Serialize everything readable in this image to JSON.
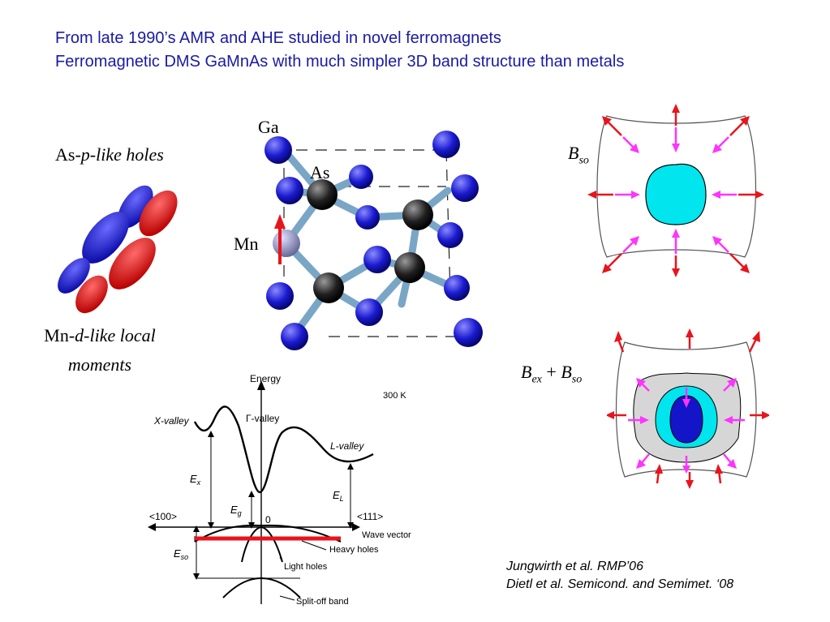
{
  "title": {
    "line1": "From late 1990’s AMR and AHE studied in novel ferromagnets",
    "line2": "Ferromagnetic DMS  GaMnAs with much simpler 3D band structure than metals"
  },
  "orbitals": {
    "holes_prefix": "As-",
    "holes_italic": "p-like holes",
    "moments_prefix": "Mn-",
    "moments_italic": "d-like local",
    "moments_line2": "moments"
  },
  "crystal": {
    "ga": "Ga",
    "as": "As",
    "mn": "Mn"
  },
  "band": {
    "energy": "Energy",
    "temp": "300 K",
    "x_valley": "X-valley",
    "gamma_valley": "Γ-valley",
    "l_valley": "L-valley",
    "ex": "E",
    "ex_sub": "x",
    "eg": "E",
    "eg_sub": "g",
    "el": "E",
    "el_sub": "L",
    "eso": "E",
    "eso_sub": "so",
    "dir100": "<100>",
    "dir111": "<111>",
    "zero": "0",
    "wave_vector": "Wave vector",
    "heavy_holes": "Heavy holes",
    "light_holes": "Light holes",
    "split_off": "Split-off band"
  },
  "fermi": {
    "bso_B": "B",
    "bso_sub": "so",
    "bex_B": "B",
    "bex_sub": "ex",
    "plus": " + ",
    "bex2_B": "B",
    "bex2_sub": "so"
  },
  "refs": {
    "line1": "Jungwirth et al.  RMP’06",
    "line2": "Dietl et al. Semicond. and Semimet. ‘08"
  },
  "colors": {
    "title": "#1a1aa6",
    "red": "#e8141c",
    "magenta": "#ff33ff",
    "cyan": "#00e5ee",
    "blue": "#1414c8",
    "gray": "#d6d6d6"
  }
}
